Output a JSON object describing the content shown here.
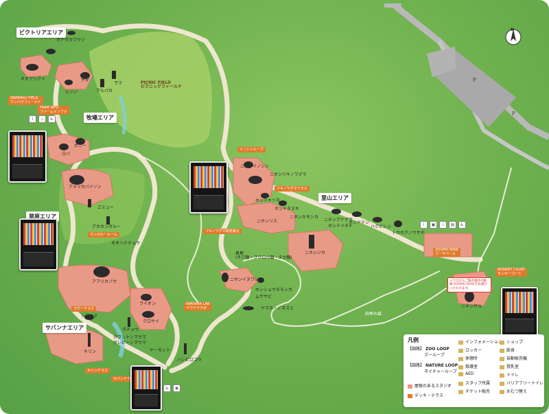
{
  "areas": {
    "victoria": "ビクトリアエリア",
    "ranch": "牧場エリア",
    "grassland": "草原エリア",
    "savanna": "サバンナエリア",
    "satoyama": "里山エリア"
  },
  "spots": {
    "wanpaku": "WANPAKU FIELD",
    "wanpaku_sub": "ワンパクフィールド",
    "farm_info": "FARM INFO",
    "farm_info_sub": "ファームインフォ",
    "picnic": "PICNIC FIELD",
    "picnic_sub": "ピクニックフィールド",
    "inoshishi_loop": "イノシシループ",
    "tsukinowaguma_terrace": "ツキノワグマテラス",
    "tsukinowaguma_kan": "ツキノワグマ莉見暴台",
    "kangaroo_rule": "カンガルールーム",
    "savanna_terrace": "サバンナテラス",
    "giraffe_terrace": "キリンテラス",
    "lion_terrace": "ラグーテラス",
    "iwayama_lab": "IWAYAMA LAB",
    "iwayama_lab_sub": "イワヤマラボ",
    "zoomo_base": "ZOOMO BASE",
    "zoomo_base_sub": "ズーモベース",
    "monkey_court": "MONKEY COURT",
    "monkey_court_sub": "モンキーコート",
    "shiki_mori": "四季の森",
    "shimaya": "島鳥",
    "shimaya_sub": "(キジ類・フクロウ類・タカ類)"
  },
  "animals": {
    "kakatua": "カナダカワウソ",
    "oorasin": "オオアリクイ",
    "alpaca": "アルパカ",
    "lama": "ラマ",
    "hitsuji": "ヒツジ",
    "yagi": "ヤギ",
    "roba": "ロバ",
    "pony": "ポニー",
    "bison": "アメリカバイソン",
    "emu": "エミュー",
    "akakangaroo": "アカカンガルー",
    "ookawa": "オオハクチョウ",
    "african_elephant": "アフリカゾウ",
    "lion": "ライオン",
    "kurosai": "クロサイ",
    "shimauma": "シマウマ",
    "dachou": "ダチョウ",
    "grant_shimauma": "グラントシマウマ",
    "grevy_shimauma": "グレビーシマウマ",
    "kirin": "キリン",
    "shoebill": "ハシビロコウ",
    "yarmo": "ヤーモット",
    "nihon_inoshishi": "ニホンイノシシ",
    "nihon_tsukinowaguma": "ニホンツキノワグマ",
    "hondo_tanuki": "ホンドタヌキ",
    "hondo_kitsune": "ホンドキツネ",
    "nihon_kamoshika": "ニホンカモシカ",
    "nihon_risu": "ニホンリス",
    "nihon_jika": "ニホンジカ",
    "hondo_ten": "ホンドテン",
    "nihon_anaguma": "ニホンアナグマ",
    "hakubishin": "ハクビシン",
    "hondo_itachi": "ホンドイタチ",
    "nihon_usagi": "トウホクノウサギ",
    "nihon_iwatsubame": "ニホンイヌワシ",
    "honshu_momonga": "ホンシュウモモンガ",
    "musasabi": "ムササビ",
    "yamane": "ヤマネ・ノネズミ",
    "nihon_zaru": "ニホンザル"
  },
  "parking": [
    "P",
    "P"
  ],
  "north": "N",
  "note": "入り口からご覧の場合の動線 ZOOMO BASEをお選びいただけます。",
  "legend": {
    "title": "凡例",
    "zoo_loop_tag": "【園路】",
    "zoo_loop": "ZOO LOOP",
    "zoo_loop_sub": "ズーループ",
    "nature_loop_tag": "【園路】",
    "nature_loop": "NATURE LOOP",
    "nature_loop_sub": "ネイチャーループ",
    "stage": "屋根のあるスタジオ",
    "deck": "デッキ・テラス",
    "info": "インフォメーション",
    "locker": "ロッカー",
    "rest": "休憩所",
    "first_aid": "救護室",
    "aed": "AED",
    "staff": "スタッフ所属",
    "ticket": "チケット販売",
    "shop": "ショップ",
    "food": "飲食",
    "vending": "自動販売機",
    "nursing": "授乳室",
    "toilet": "トイレ",
    "barrier_free": "バリアフリートイレ",
    "diaper": "おむつ替え"
  },
  "colors": {
    "grass": "#6fb24f",
    "path": "#efe6d0",
    "enclosure": "#e99a86",
    "area_label_bg": "#ffffff",
    "spot_label_bg": "#e07b2c"
  }
}
